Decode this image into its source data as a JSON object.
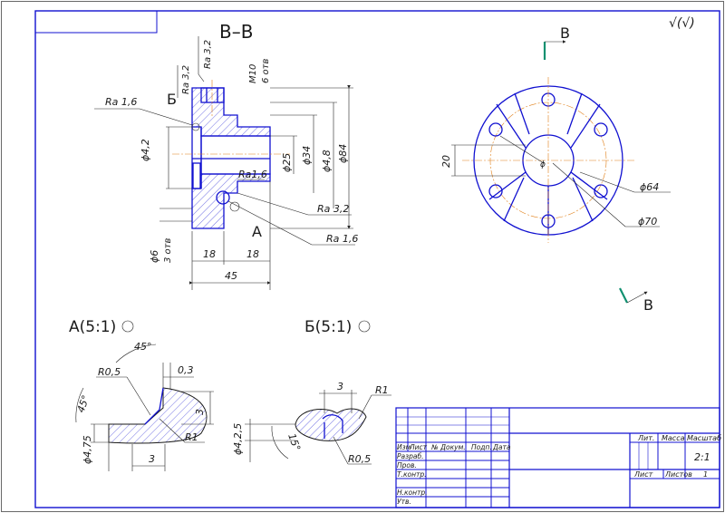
{
  "section_label": "B–B",
  "roughness_general": "√(√)",
  "roughness": {
    "ra_3_2": "Ra 3,2",
    "ra_1_6": "Ra 1,6",
    "ra1_6": "Ra1,6"
  },
  "section_view": {
    "thread_note_line1": "M10",
    "thread_note_line2": "6 отв",
    "dia_4_2": "ϕ4,2",
    "dia_25": "ϕ25",
    "dia_34": "ϕ34",
    "dia_48": "ϕ4,8",
    "dia_84": "ϕ84",
    "dia_6": "ϕ6",
    "holes_3": "3 отв",
    "dim_18_left": "18",
    "dim_18_right": "18",
    "dim_45": "45",
    "callout_b": "Б",
    "callout_a": "A"
  },
  "front_view": {
    "cut_letter_top": "B",
    "cut_letter_bottom": "B",
    "dim_20": "20",
    "dim_64": "ϕ64",
    "dim_70": "ϕ70",
    "dim_center": "ϕ"
  },
  "detail_a": {
    "title": "A(5:1)",
    "angle_45_top": "45°",
    "angle_45_left": "45°",
    "r05": "R0,5",
    "dim_03": "0,3",
    "dim_3_side": "3",
    "r1": "R1",
    "dia_475": "ϕ4,75",
    "dim_3_bottom": "3"
  },
  "detail_b": {
    "title": "Б(5:1)",
    "dim_3": "3",
    "r1": "R1",
    "dia_425": "ϕ4,2,5",
    "angle_15": "15°",
    "r05": "R0,5"
  },
  "title_block": {
    "col_izm": "Изм",
    "col_list": "Лист",
    "col_doc": "№ Докум.",
    "col_sign": "Подп.",
    "col_date": "Дата",
    "row_razrab": "Разраб.",
    "row_prov": "Пров.",
    "row_tkontr": "Т.контр.",
    "row_nkontr": "Н.контр.",
    "row_utv": "Утв.",
    "lit": "Лит.",
    "mass": "Масса",
    "scale": "Масштаб",
    "scale_value": "2:1",
    "sheet": "Лист",
    "sheets": "Листов",
    "sheets_value": "1"
  }
}
